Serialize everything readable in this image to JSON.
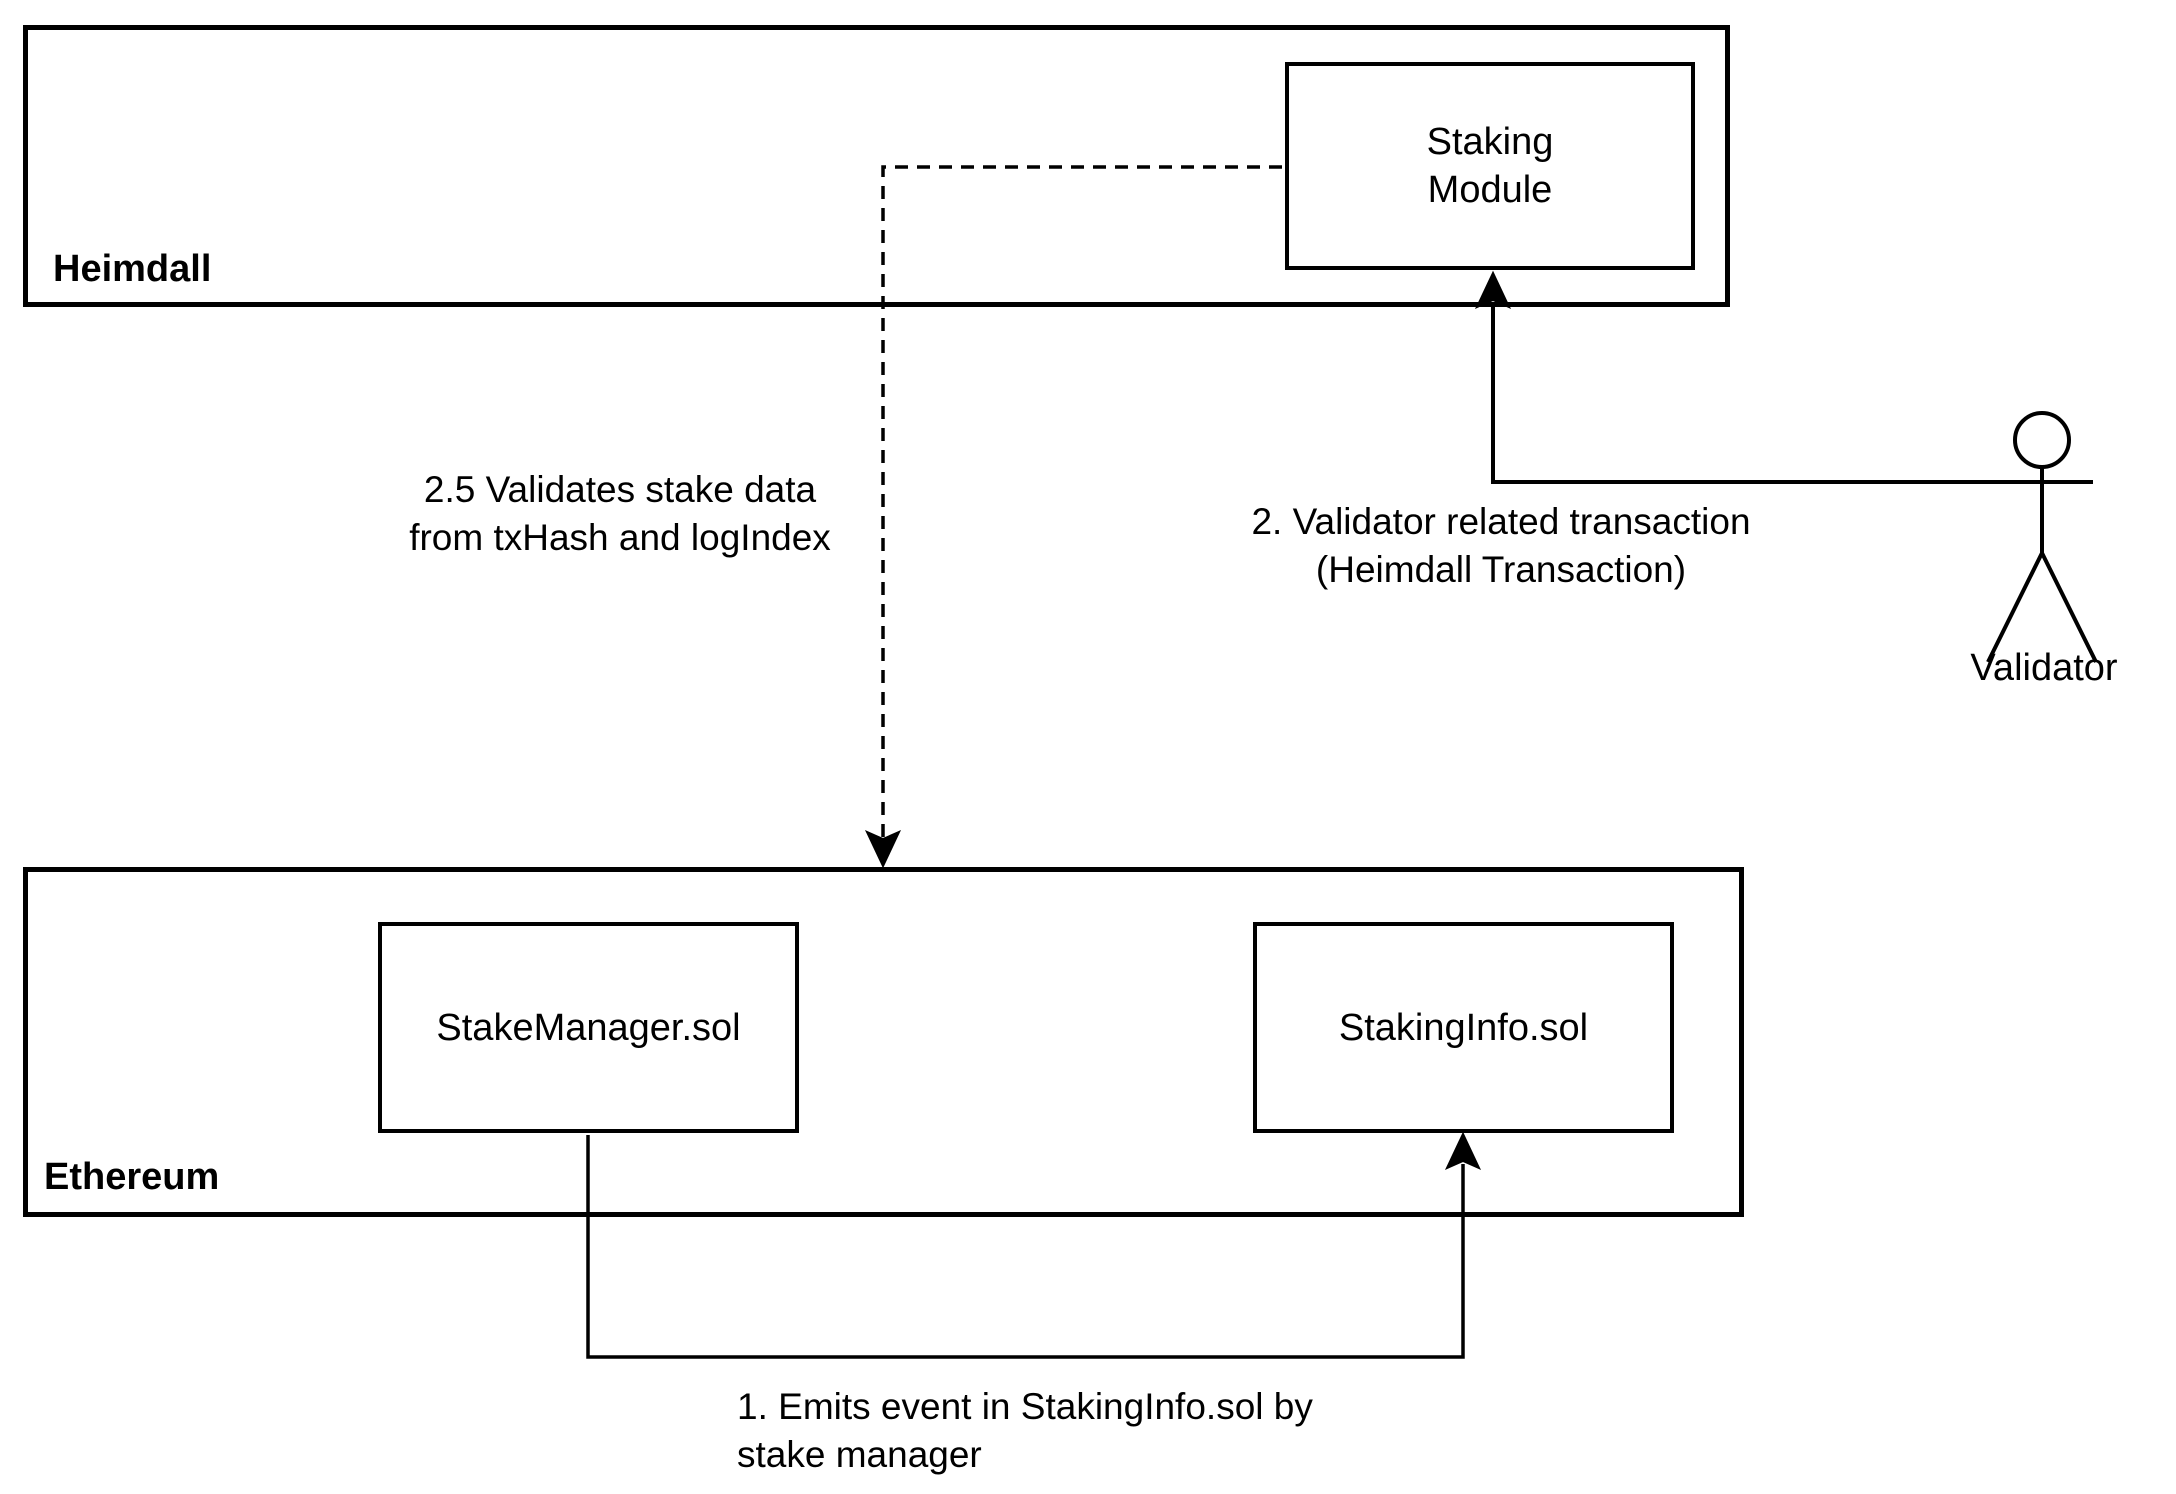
{
  "diagram": {
    "title": "Heimdall staking flow diagram",
    "colors": {
      "stroke": "#000000",
      "background": "#ffffff"
    },
    "containers": {
      "heimdall": {
        "label": "Heimdall"
      },
      "ethereum": {
        "label": "Ethereum"
      }
    },
    "nodes": {
      "staking_module": {
        "label": "Staking\nModule"
      },
      "stake_manager": {
        "label": "StakeManager.sol"
      },
      "staking_info": {
        "label": "StakingInfo.sol"
      }
    },
    "actor": {
      "label": "Validator"
    },
    "edges": {
      "emit_event": {
        "label": "1. Emits event in StakingInfo.sol by\nstake manager",
        "style": "solid",
        "from": "StakeManager.sol",
        "to": "StakingInfo.sol"
      },
      "validator_tx": {
        "label": "2. Validator related transaction\n(Heimdall Transaction)",
        "style": "solid",
        "from": "Validator",
        "to": "Staking Module"
      },
      "validate_stake": {
        "label": "2.5 Validates stake data\nfrom txHash and logIndex",
        "style": "dashed",
        "from": "Staking Module",
        "to": "Ethereum"
      }
    }
  }
}
